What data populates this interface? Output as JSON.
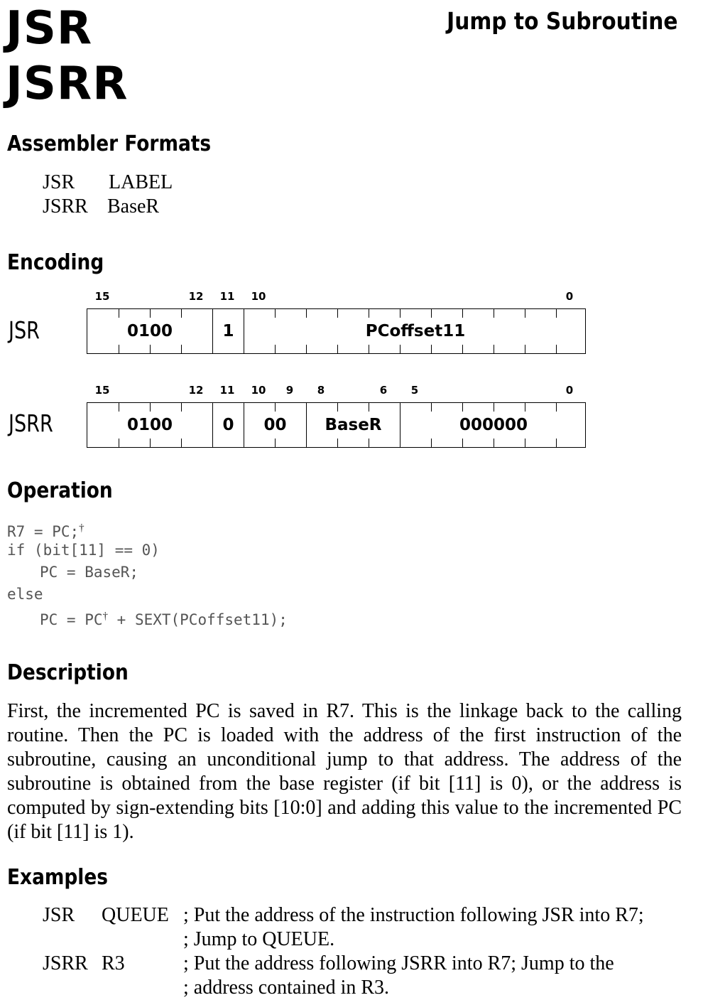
{
  "header": {
    "mnemonic_1": "JSR",
    "mnemonic_2": "JSRR",
    "subtitle": "Jump to Subroutine"
  },
  "assembler_formats": {
    "heading": "Assembler Formats",
    "rows": [
      {
        "op": "JSR",
        "operand": "LABEL"
      },
      {
        "op": "JSRR",
        "operand": "BaseR"
      }
    ]
  },
  "encoding": {
    "heading": "Encoding",
    "jsr": {
      "label": "JSR",
      "bit_labels": [
        "15",
        "12",
        "11",
        "10",
        "0"
      ],
      "fields": [
        "0100",
        "1",
        "PCoffset11"
      ]
    },
    "jsrr": {
      "label": "JSRR",
      "bit_labels": [
        "15",
        "12",
        "11",
        "10",
        "9",
        "8",
        "6",
        "5",
        "0"
      ],
      "fields": [
        "0100",
        "0",
        "00",
        "BaseR",
        "000000"
      ]
    }
  },
  "operation": {
    "heading": "Operation",
    "dagger": "†",
    "line1": "R7 = PC;",
    "line2": "if (bit[11] == 0)",
    "line3": "PC = BaseR;",
    "line4": "else",
    "line5_a": "PC = PC",
    "line5_b": " + SEXT(PCoffset11);"
  },
  "description": {
    "heading": "Description",
    "text": "First, the incremented PC is saved in R7. This is the linkage back to the calling routine. Then the PC is loaded with the address of the first instruction of the subroutine, causing an unconditional jump to that address. The address of the subroutine is obtained from the base register (if bit [11] is 0), or the address is computed by sign-extending bits [10:0] and adding this value to the incremented PC (if bit [11] is 1)."
  },
  "examples": {
    "heading": "Examples",
    "rows": [
      {
        "op": "JSR",
        "operand": "QUEUE",
        "comment_1": "; Put the address of the instruction following JSR into R7;",
        "comment_2": "; Jump to QUEUE."
      },
      {
        "op": "JSRR",
        "operand": "R3",
        "comment_1": "; Put the address following JSRR into R7; Jump to the",
        "comment_2": "; address contained in R3."
      }
    ]
  }
}
